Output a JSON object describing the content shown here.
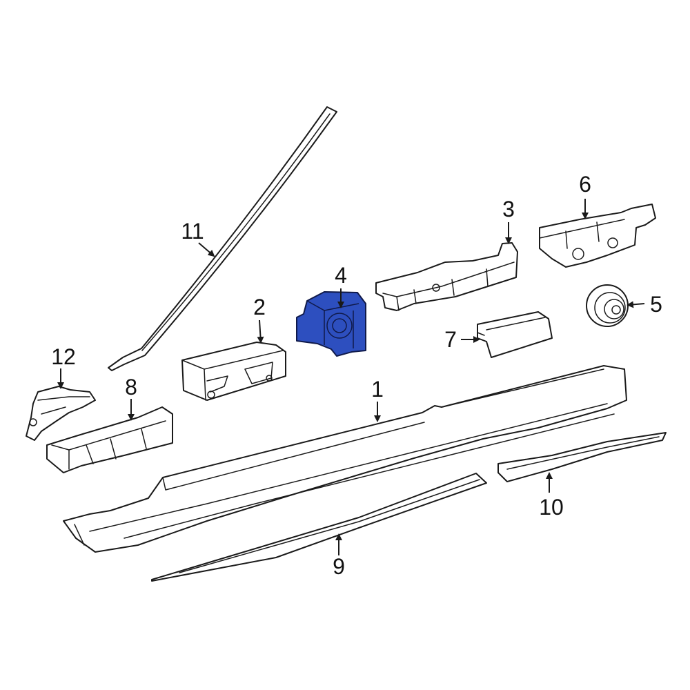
{
  "diagram": {
    "highlight_color": "#2d4fbf",
    "line_color": "#1a1a1a",
    "callouts": [
      "1",
      "2",
      "3",
      "4",
      "5",
      "6",
      "7",
      "8",
      "9",
      "10",
      "11",
      "12"
    ],
    "highlighted_part": "4"
  }
}
